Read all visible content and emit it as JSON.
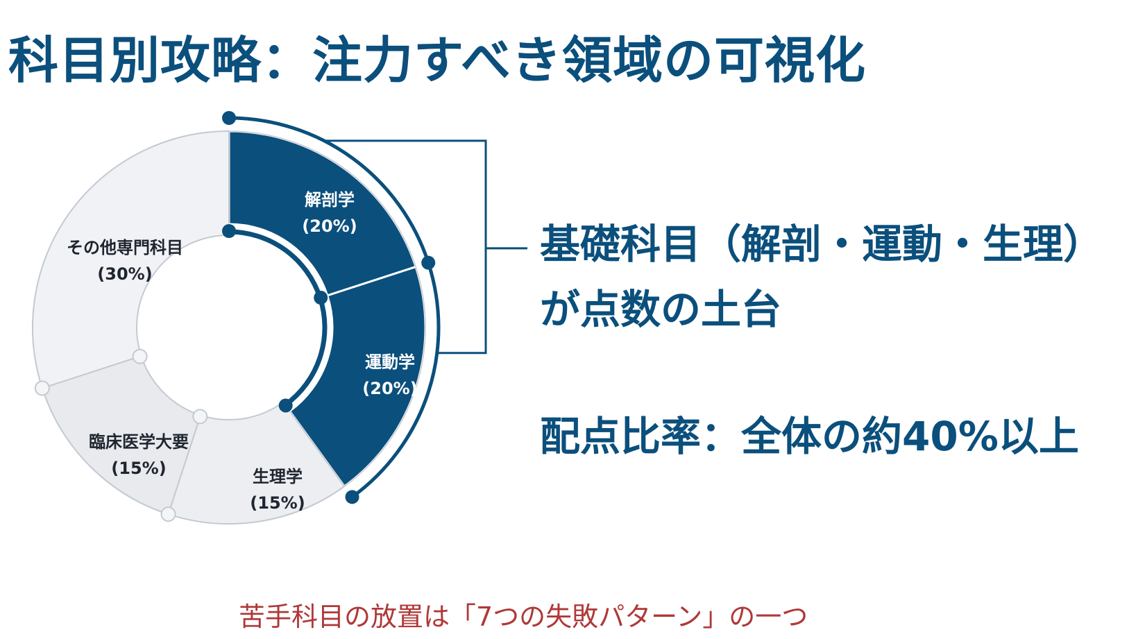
{
  "title": "科目別攻略：注力すべき領域の可視化",
  "chart_data": {
    "type": "pie",
    "variant": "donut",
    "slices": [
      {
        "label": "解剖学",
        "value": 20,
        "value_label": "(20%)",
        "group": "basic"
      },
      {
        "label": "運動学",
        "value": 20,
        "value_label": "(20%)",
        "group": "basic"
      },
      {
        "label": "生理学",
        "value": 15,
        "value_label": "(15%)",
        "group": "other"
      },
      {
        "label": "臨床医学大要",
        "value": 15,
        "value_label": "(15%)",
        "group": "other"
      },
      {
        "label": "その他専門科目",
        "value": 30,
        "value_label": "(30%)",
        "group": "other"
      }
    ],
    "colors": {
      "basic_fill": "#0b4f7c",
      "basic_text": "#ffffff",
      "clinical_fill": "#e8eaee",
      "physiology_fill": "#eceef1",
      "other_fill": "#f1f2f5",
      "other_text": "#1f2530",
      "outline": "#c4c9d2",
      "accent": "#0b4f7c"
    }
  },
  "callout": {
    "line1": "基礎科目（解剖・運動・生理）",
    "line2": "が点数の土台"
  },
  "ratio": "配点比率：全体の約40%以上",
  "footnote": "苦手科目の放置は「7つの失敗パターン」の一つ"
}
